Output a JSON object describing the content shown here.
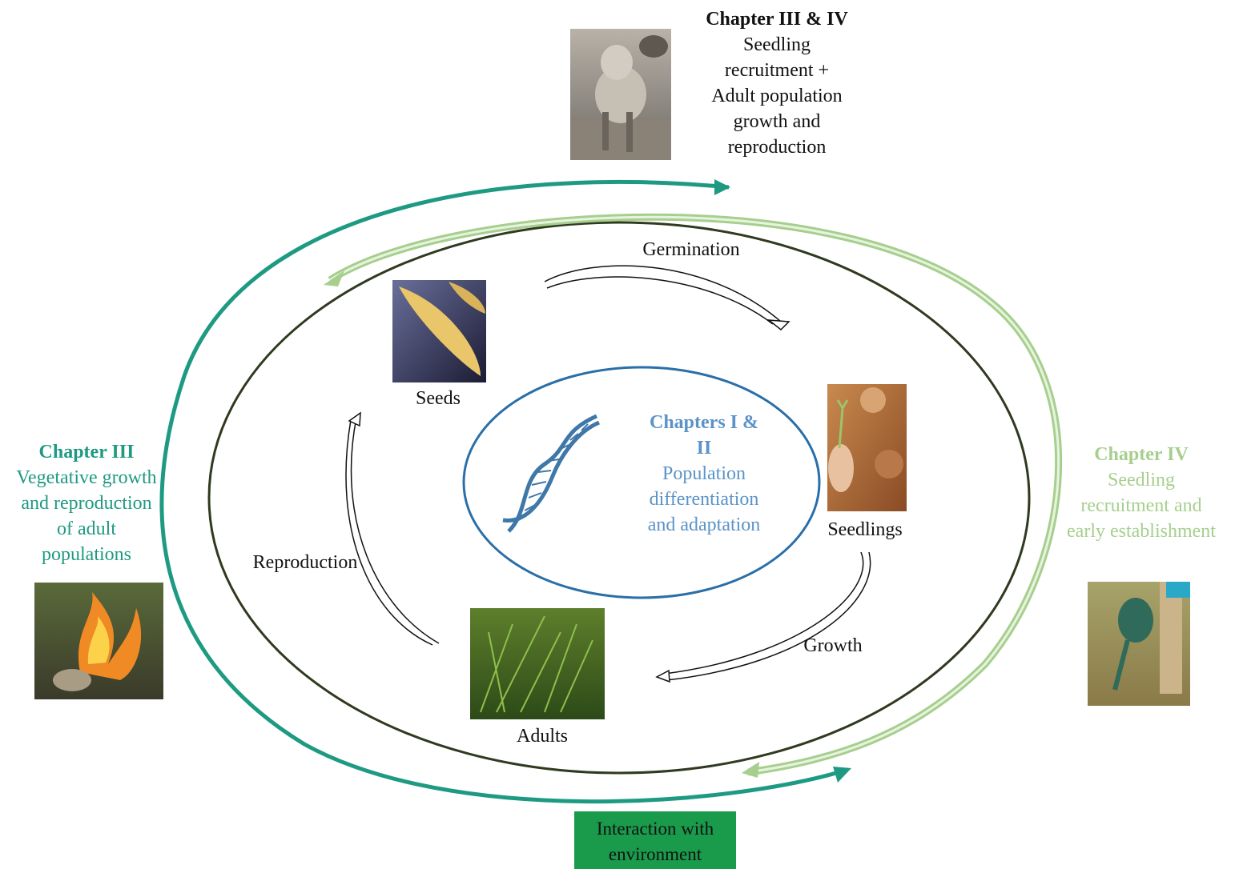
{
  "colors": {
    "teal": "#1e9a83",
    "light_green": "#a6cf8e",
    "dark_ring": "#2f3a1f",
    "blue_ring": "#2a6fa8",
    "blue_text": "#5b93c7",
    "env_box": "#1a9a4b"
  },
  "top_chapter": {
    "title": "Chapter III & IV",
    "lines": [
      "Seedling",
      "recruitment +",
      "Adult population",
      "growth and",
      "reproduction"
    ]
  },
  "left_chapter": {
    "title": "Chapter III",
    "lines": [
      "Vegetative growth",
      "and reproduction",
      "of adult",
      "populations"
    ]
  },
  "right_chapter": {
    "title": "Chapter IV",
    "lines": [
      "Seedling",
      "recruitment and",
      "early establishment"
    ]
  },
  "center": {
    "title_lines": [
      "Chapters I &",
      "II"
    ],
    "lines": [
      "Population",
      "differentiation",
      "and adaptation"
    ]
  },
  "stages": {
    "seeds": "Seeds",
    "seedlings": "Seedlings",
    "adults": "Adults"
  },
  "processes": {
    "germination": "Germination",
    "growth": "Growth",
    "reproduction": "Reproduction"
  },
  "environment": {
    "lines": [
      "Interaction with",
      "environment"
    ]
  },
  "images": {
    "sheep": "sheep-photo",
    "seeds": "seeds-photo",
    "seedlings": "seedling-photo",
    "adults": "grass-tussock-photo",
    "fire": "fire-photo",
    "watering": "watering-can-photo",
    "dna": "dna-helix-icon"
  }
}
